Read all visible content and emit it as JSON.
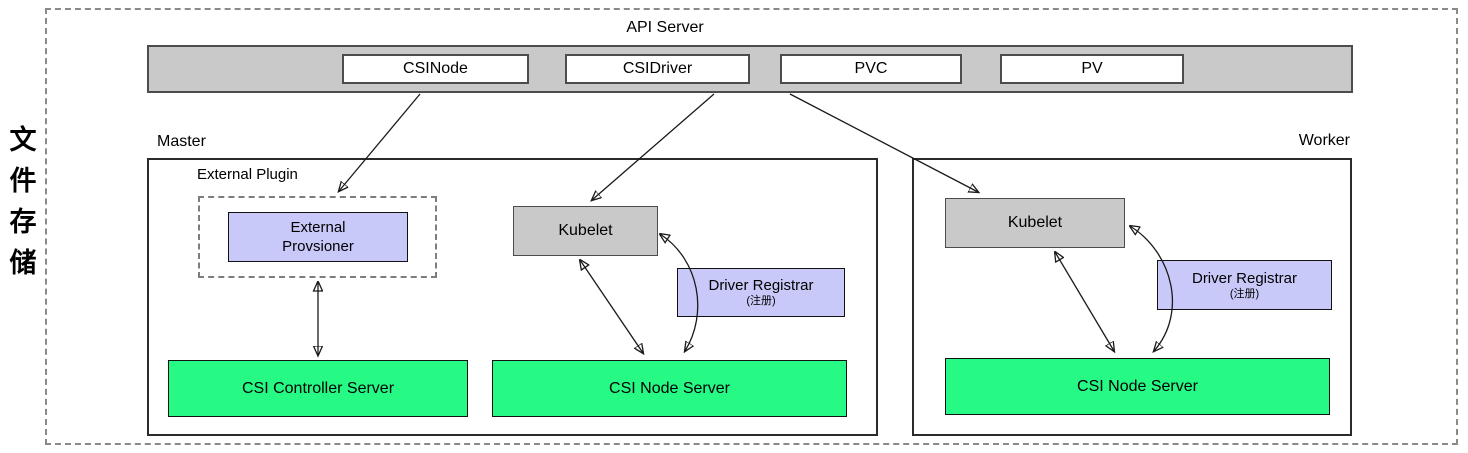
{
  "canvas": {
    "storage_label": "文件存储"
  },
  "api_server": {
    "title": "API Server",
    "resources": [
      "CSINode",
      "CSIDriver",
      "PVC",
      "PV"
    ]
  },
  "master": {
    "label": "Master",
    "external_plugin_label": "External Plugin",
    "external_provisioner": {
      "line1": "External",
      "line2": "Provsioner"
    },
    "kubelet": "Kubelet",
    "driver_registrar": {
      "name": "Driver Registrar",
      "sub": "(注册)"
    },
    "csi_controller_server": "CSI Controller Server",
    "csi_node_server": "CSI Node Server"
  },
  "worker": {
    "label": "Worker",
    "kubelet": "Kubelet",
    "driver_registrar": {
      "name": "Driver Registrar",
      "sub": "(注册)"
    },
    "csi_node_server": "CSI Node Server"
  },
  "colors": {
    "bar_gray": "#c9c9c9",
    "node_green": "#26fa85",
    "plugin_lavender": "#c9c9f9"
  }
}
